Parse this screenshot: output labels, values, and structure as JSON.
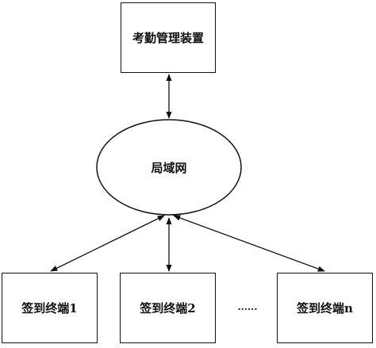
{
  "nodes": {
    "server": {
      "label": "考勤管理装置"
    },
    "lan": {
      "label": "局域网"
    },
    "terminals": [
      {
        "label": "签到终端1"
      },
      {
        "label": "签到终端2"
      },
      {
        "label": "签到终端n"
      }
    ],
    "ellipsis": "......"
  },
  "edges": [
    {
      "from": "server",
      "to": "lan",
      "direction": "both"
    },
    {
      "from": "lan",
      "to": "terminal-1",
      "direction": "both"
    },
    {
      "from": "lan",
      "to": "terminal-2",
      "direction": "both"
    },
    {
      "from": "lan",
      "to": "terminal-n",
      "direction": "both"
    }
  ]
}
